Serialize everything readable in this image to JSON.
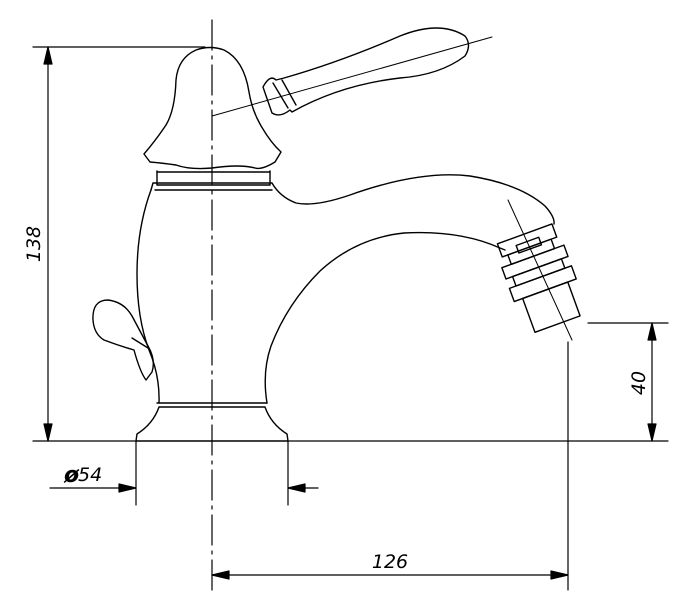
{
  "dimensions": {
    "height": "138",
    "base_diameter_symbol": "ø",
    "base_diameter": "54",
    "spout_height": "40",
    "spout_reach": "126"
  },
  "colors": {
    "line": "#000000",
    "background": "#ffffff"
  }
}
